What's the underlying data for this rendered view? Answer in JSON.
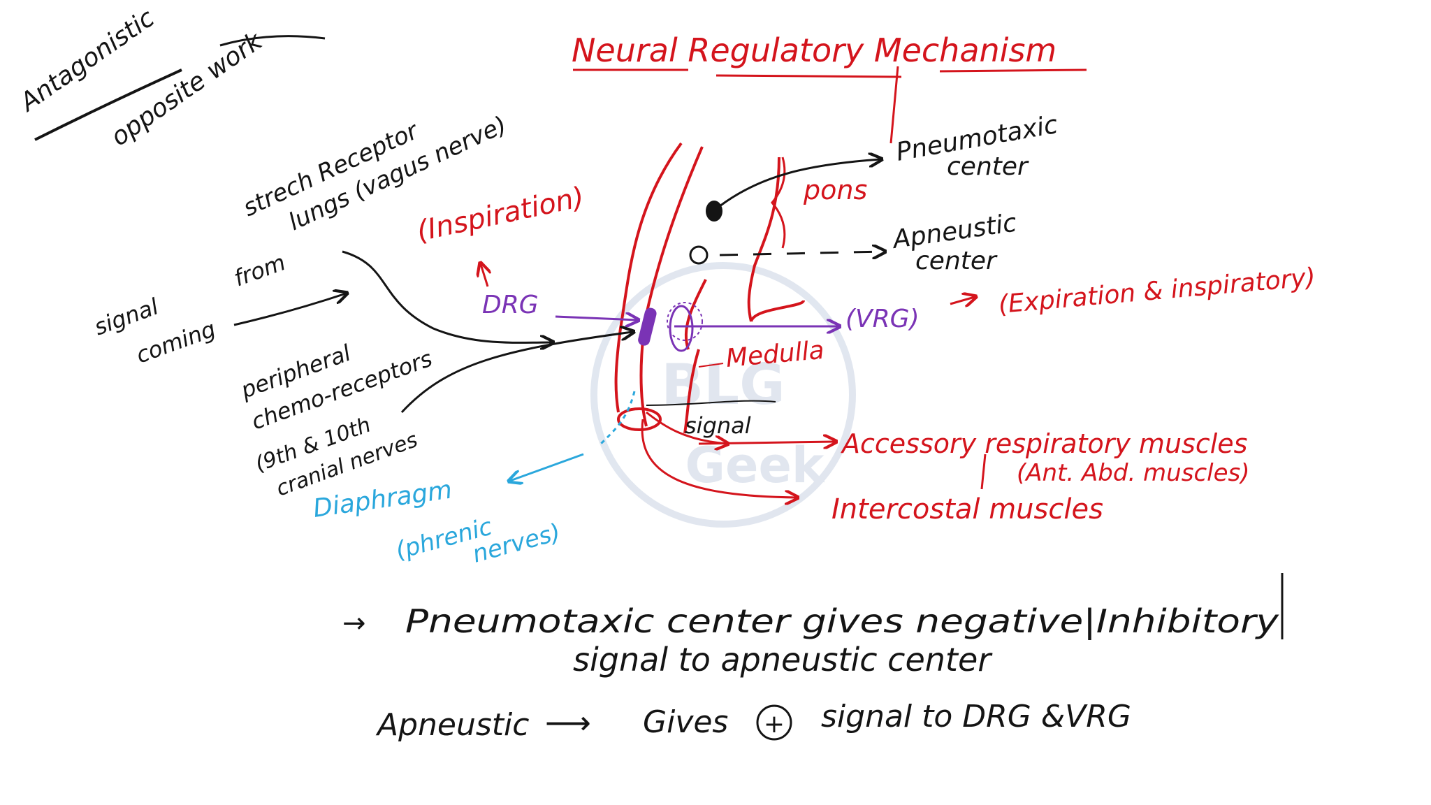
{
  "colors": {
    "ink": "#141414",
    "red": "#d4141c",
    "purple": "#7a33b5",
    "blue": "#2aa7dc",
    "watermark": "#c9d3e3"
  },
  "notes": {
    "antagonistic": "Antagonistic",
    "opposite_work": "opposite work"
  },
  "title": "Neural Regulatory Mechanism",
  "labels": {
    "stretch_receptor": "strech Receptor",
    "lungs_vagus": "lungs (vagus nerve)",
    "signal_coming_from_1": "signal",
    "signal_coming_from_2": "coming",
    "signal_coming_from_3": "from",
    "peripheral_1": "peripheral",
    "peripheral_2": "chemo-receptors",
    "peripheral_3": "(9th & 10th",
    "peripheral_4": "cranial nerves",
    "inspiration": "(Inspiration)",
    "drg": "DRG",
    "pneumotaxic_1": "Pneumotaxic",
    "pneumotaxic_2": "center",
    "pons": "pons",
    "apneustic_1": "Apneustic",
    "apneustic_2": "center",
    "vrg": "(VRG)",
    "expiration_inspiration": "(Expiration & inspiratory)",
    "medulla": "Medulla",
    "signal": "signal",
    "accessory": "Accessory respiratory muscles",
    "ant_abd": "(Ant. Abd. muscles)",
    "intercostal": "Intercostal muscles",
    "diaphragm": "Diaphragm",
    "phrenic_1": "(phrenic",
    "phrenic_2": "nerves)"
  },
  "watermark": {
    "line1": "BLG",
    "line2": "Geek"
  },
  "statements": {
    "arrow_bullet": "→",
    "line1": "Pneumotaxic center gives negative|Inhibitory",
    "line2": "signal to apneustic center",
    "line3_a": "Apneustic",
    "line3_arrow": "⟶",
    "line3_b": "Gives",
    "line3_plus": "+",
    "line3_c": "signal to DRG &VRG"
  }
}
